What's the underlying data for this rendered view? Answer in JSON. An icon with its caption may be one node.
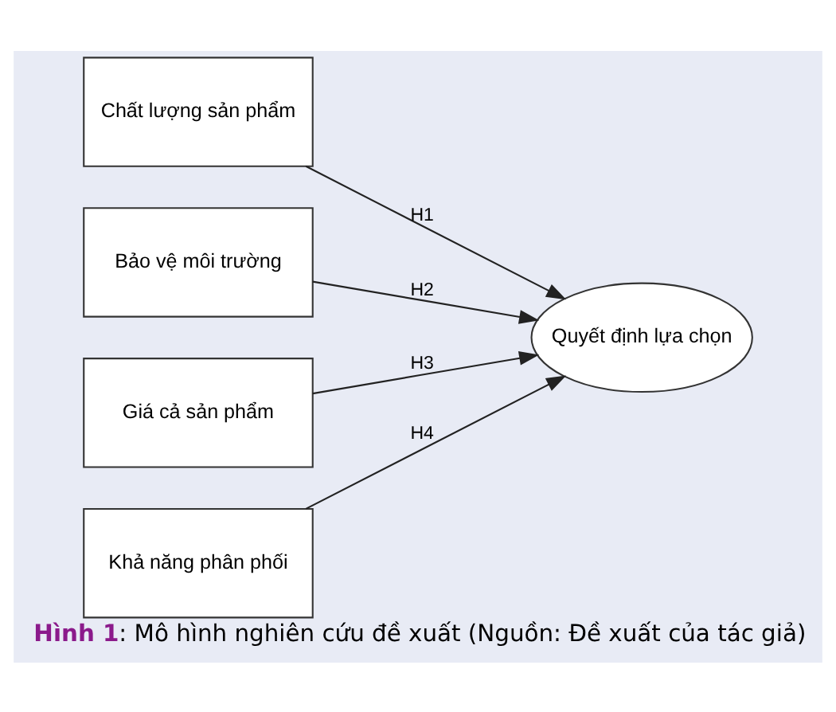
{
  "diagram": {
    "caption": "**Hình 1**: Mô hình nghiên cứu đề xuất (Nguồn: Đề xuất của tác giả)",
    "nodes": [
      {
        "text": [
          "Chất lượng sản phẩm"
        ]
      },
      {
        "text": [
          "Bảo vệ môi trường"
        ]
      },
      {
        "text": [
          "Giá cả sản phẩm"
        ]
      },
      {
        "text": [
          "Khả năng phân phối"
        ]
      },
      {
        "text": [
          "Quyết định lựa chọn"
        ]
      }
    ],
    "edges": [
      {
        "from": 0,
        "to": 4,
        "arrow": "to",
        "label": "H1"
      },
      {
        "from": 1,
        "to": 4,
        "arrow": "to",
        "label": "H2"
      },
      {
        "from": 2,
        "to": 4,
        "arrow": "to",
        "label": "H3"
      },
      {
        "from": 3,
        "to": 4,
        "arrow": "to",
        "label": "H4"
      }
    ]
  }
}
